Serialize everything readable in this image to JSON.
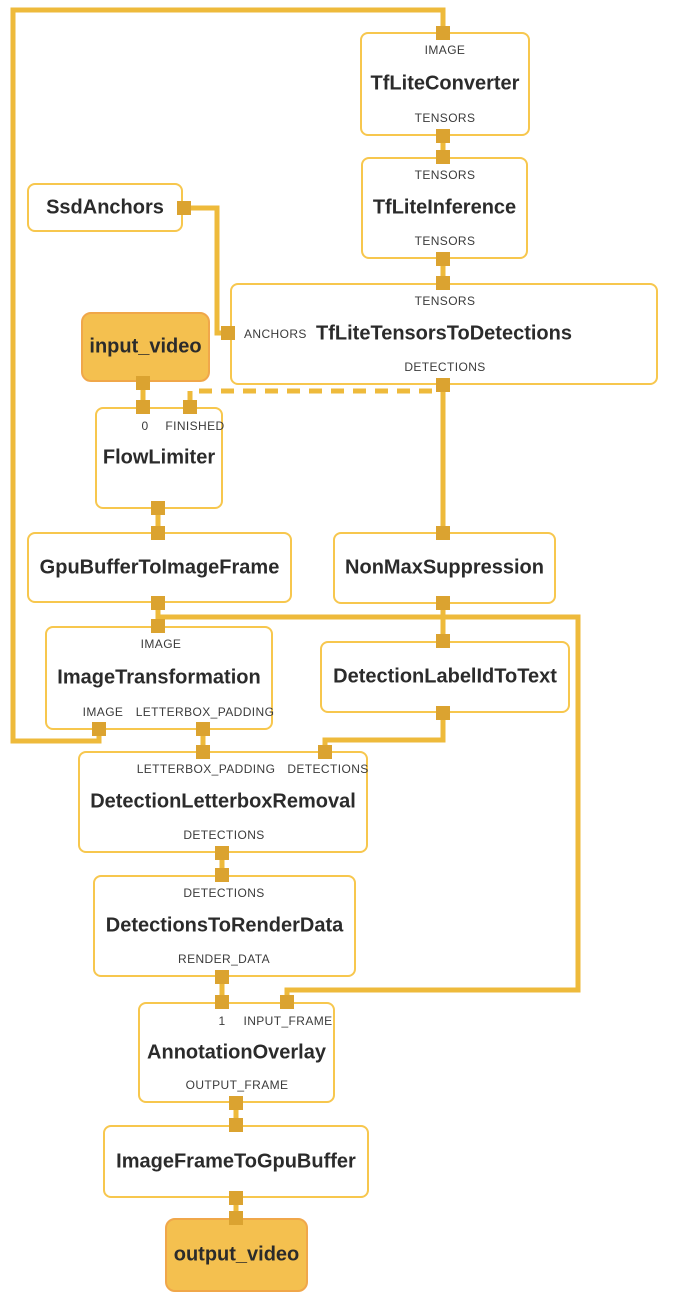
{
  "diagram": {
    "colors": {
      "edge": "#EEBA3B",
      "node_border": "#F7C74E",
      "node_fill": "#FFFFFF",
      "stream_fill": "#F4C04F",
      "stream_border": "#F0A74A",
      "port": "#DBA330",
      "title_text": "#2B2B2B",
      "label_text": "#3B3B3B"
    },
    "nodes": {
      "ssd_anchors": {
        "title": "SsdAnchors"
      },
      "tflite_converter": {
        "title": "TfLiteConverter",
        "input_top": "IMAGE",
        "output_bottom": "TENSORS"
      },
      "tflite_inference": {
        "title": "TfLiteInference",
        "input_top": "TENSORS",
        "output_bottom": "TENSORS"
      },
      "tflite_tensors_to_detections": {
        "title": "TfLiteTensorsToDetections",
        "input_top": "TENSORS",
        "input_left": "ANCHORS",
        "output_bottom": "DETECTIONS"
      },
      "input_video": {
        "title": "input_video"
      },
      "flow_limiter": {
        "title": "FlowLimiter",
        "input_top_1": "0",
        "input_top_2": "FINISHED"
      },
      "gpu_buffer_to_image_frame": {
        "title": "GpuBufferToImageFrame"
      },
      "non_max_suppression": {
        "title": "NonMaxSuppression"
      },
      "image_transformation": {
        "title": "ImageTransformation",
        "input_top": "IMAGE",
        "output_bottom_1": "IMAGE",
        "output_bottom_2": "LETTERBOX_PADDING"
      },
      "detection_label_id_to_text": {
        "title": "DetectionLabelIdToText"
      },
      "detection_letterbox_removal": {
        "title": "DetectionLetterboxRemoval",
        "input_top_1": "LETTERBOX_PADDING",
        "input_top_2": "DETECTIONS",
        "output_bottom": "DETECTIONS"
      },
      "detections_to_render_data": {
        "title": "DetectionsToRenderData",
        "input_top": "DETECTIONS",
        "output_bottom": "RENDER_DATA"
      },
      "annotation_overlay": {
        "title": "AnnotationOverlay",
        "input_top_1": "1",
        "input_top_2": "INPUT_FRAME",
        "output_bottom": "OUTPUT_FRAME"
      },
      "image_frame_to_gpu_buffer": {
        "title": "ImageFrameToGpuBuffer"
      },
      "output_video": {
        "title": "output_video"
      }
    }
  }
}
